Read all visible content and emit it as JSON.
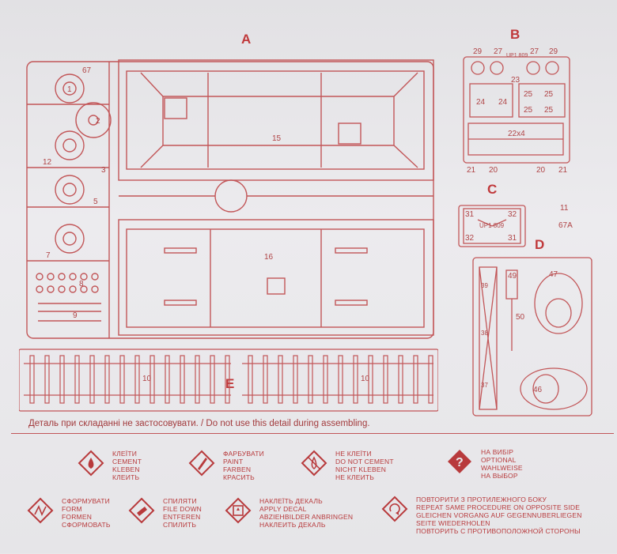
{
  "sheet_letters": {
    "a": "A",
    "b": "B",
    "c": "C",
    "d": "D",
    "e": "E"
  },
  "sprue_a": {
    "part_67": "67",
    "part_1": "1",
    "part_2": "2",
    "part_3": "3",
    "part_5": "5",
    "part_7": "7",
    "part_8": "8",
    "part_9": "9",
    "part_12": "12",
    "part_15": "15",
    "part_16": "16"
  },
  "sprue_b": {
    "p29": "29",
    "p27": "27",
    "p23": "23",
    "p24": "24",
    "p25": "25",
    "p22x4": "22x4",
    "p21": "21",
    "p20": "20",
    "decal_text": "UP1 809"
  },
  "sprue_c": {
    "p31": "31",
    "p32": "32",
    "decal_text": "UP1 809"
  },
  "sprue_d": {
    "p49": "49",
    "p47": "47",
    "p50": "50",
    "p46": "46",
    "p37": "37",
    "p38": "38",
    "p39": "39",
    "p67a": "67A",
    "p11": "11"
  },
  "rails": {
    "left_label": "10",
    "right_label": "10"
  },
  "note": "Деталь при складанні не застосовувати. / Do not use this detail during assembling.",
  "legend": [
    {
      "id": "cement",
      "lines": [
        "КЛЕЇТИ",
        "CEMENT",
        "KLEBEN",
        "КЛЕИТЬ"
      ]
    },
    {
      "id": "paint",
      "lines": [
        "ФАРБУВАТИ",
        "PAINT",
        "FARBEN",
        "КРАСИТЬ"
      ]
    },
    {
      "id": "no-cement",
      "lines": [
        "НЕ КЛЕЇТИ",
        "DO NOT CEMENT",
        "NICHT KLEBEN",
        "НЕ КЛЕИТЬ"
      ]
    },
    {
      "id": "optional",
      "lines": [
        "НА ВИБІР",
        "OPTIONAL",
        "WAHLWEISE",
        "НА ВЫБОР"
      ]
    },
    {
      "id": "form",
      "lines": [
        "СФОРМУВАТИ",
        "FORM",
        "FORMEN",
        "СФОРМОВАТЬ"
      ]
    },
    {
      "id": "file",
      "lines": [
        "СПИЛЯТИ",
        "FILE DOWN",
        "ENTFEREN",
        "СПИЛИТЬ"
      ]
    },
    {
      "id": "decal",
      "lines": [
        "НАКЛЕЇТЬ ДЕКАЛЬ",
        "APPLY DECAL",
        "ABZIEHBILDER ANBRINGEN",
        "НАКЛЕИТЬ ДЕКАЛЬ"
      ]
    },
    {
      "id": "repeat",
      "lines": [
        "ПОВТОРИТИ З ПРОТИЛЕЖНОГО БОКУ",
        "REPEAT SAME PROCEDURE ON OPPOSITE SIDE",
        "GLEICHEN VORGANG AUF GEGENNUBERLIEGEN",
        "SEITE WIEDERHOLEN",
        "ПОВТОРИТЬ С ПРОТИВОПОЛОЖНОЙ СТОРОНЫ"
      ]
    }
  ],
  "colors": {
    "ink": "#b83a3c",
    "paper": "#e9e8ea"
  }
}
